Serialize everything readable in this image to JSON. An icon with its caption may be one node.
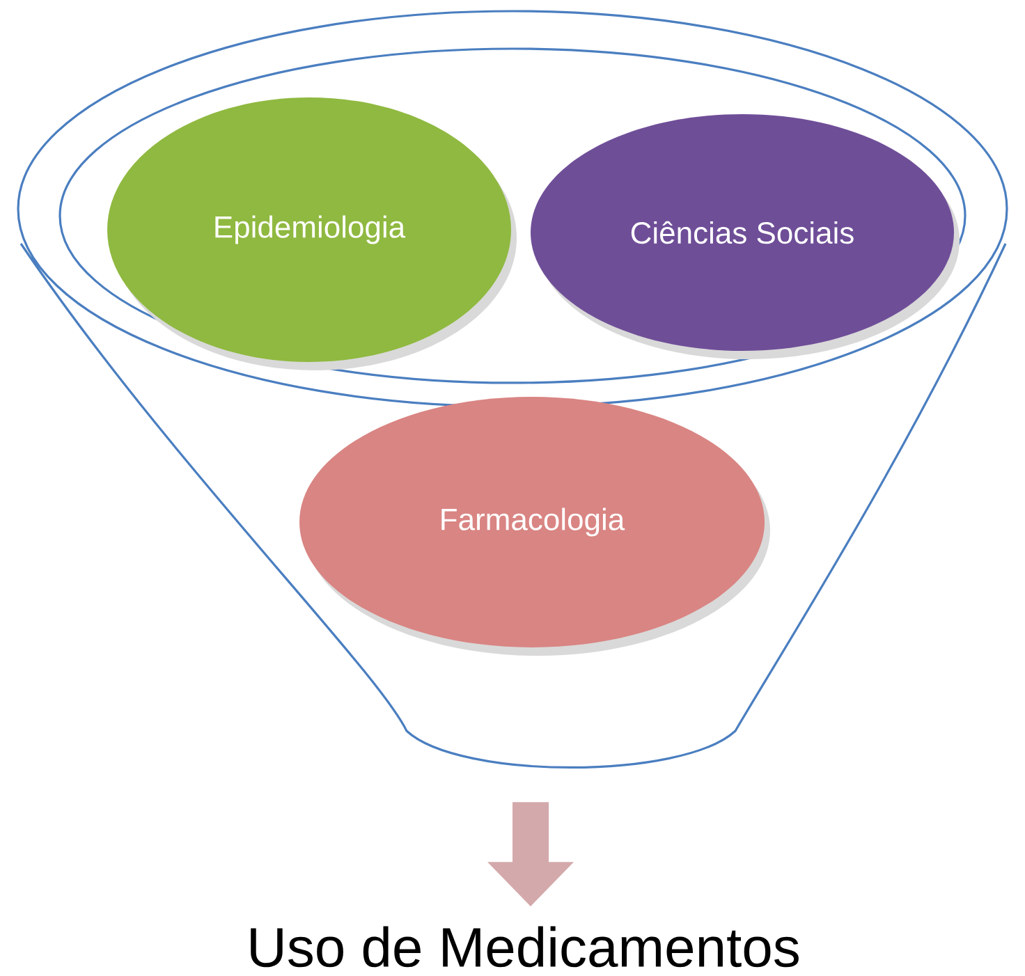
{
  "diagram": {
    "nodes": [
      {
        "text": [],
        "shape": "funnel"
      },
      {
        "text": [
          "Epidemiologia"
        ],
        "in": 0
      },
      {
        "text": [
          "Ciências Sociais"
        ],
        "in": 0
      },
      {
        "text": [
          "Farmacologia"
        ],
        "in": 0
      },
      {
        "text": [
          "Uso de Medicamentos"
        ]
      }
    ],
    "edges": [
      {
        "from": 0,
        "to": 4,
        "arrow": "to"
      }
    ]
  }
}
